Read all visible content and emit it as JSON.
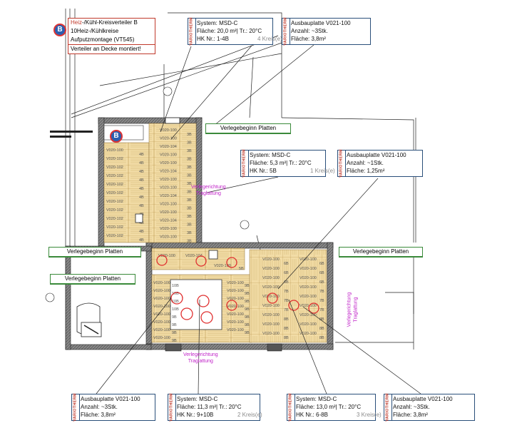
{
  "distributor": {
    "marker": "B",
    "line1_prefix": "Heiz",
    "line1_rest": "-/Kühl-Kreisverteiler  B",
    "line2": "10Heiz-/Kühlkreise",
    "line3": "Aufputzmontage (VT545)",
    "note": "Verteiler an Decke montiert!"
  },
  "brand": "VARIOTHERM",
  "info_boxes": [
    {
      "id": "sys-top",
      "l1": [
        "System: MSD-C",
        "",
        ""
      ],
      "l2": [
        "Fläche:",
        "20,0 m²|",
        "Tr.: 20°C"
      ],
      "l3": [
        "HK Nr.: 1-4B",
        "",
        "4 Kreis(e)"
      ]
    },
    {
      "id": "plate-top",
      "l1": [
        "Ausbauplatte  V021-100",
        "",
        ""
      ],
      "l2": [
        "Anzahl:",
        "~3Stk.",
        ""
      ],
      "l3": [
        "Fläche:",
        "3,8m²",
        ""
      ]
    },
    {
      "id": "sys-mid",
      "l1": [
        "System: MSD-C",
        "",
        ""
      ],
      "l2": [
        "Fläche:",
        "5,3 m²|",
        "Tr.: 20°C"
      ],
      "l3": [
        "HK Nr.: 5B",
        "",
        "1 Kreis(e)"
      ]
    },
    {
      "id": "plate-mid",
      "l1": [
        "Ausbauplatte  V021-100",
        "",
        ""
      ],
      "l2": [
        "Anzahl:",
        "~1Stk.",
        ""
      ],
      "l3": [
        "Fläche:",
        "1,25m²",
        ""
      ]
    },
    {
      "id": "plate-bl",
      "l1": [
        "Ausbauplatte  V021-100",
        "",
        ""
      ],
      "l2": [
        "Anzahl:",
        "~3Stk.",
        ""
      ],
      "l3": [
        "Fläche:",
        "3,8m²",
        ""
      ]
    },
    {
      "id": "sys-bc",
      "l1": [
        "System: MSD-C",
        "",
        ""
      ],
      "l2": [
        "Fläche:",
        "11,3 m²|",
        "Tr.: 20°C"
      ],
      "l3": [
        "HK Nr.: 9+10B",
        "",
        "2 Kreis(e)"
      ]
    },
    {
      "id": "sys-br",
      "l1": [
        "System: MSD-C",
        "",
        ""
      ],
      "l2": [
        "Fläche:",
        "13,0 m²|",
        "Tr.: 20°C"
      ],
      "l3": [
        "HK Nr.: 6-8B",
        "",
        "3 Kreis(e)"
      ]
    },
    {
      "id": "plate-br",
      "l1": [
        "Ausbauplatte  V021-100",
        "",
        ""
      ],
      "l2": [
        "Anzahl:",
        "~3Stk.",
        ""
      ],
      "l3": [
        "Fläche:",
        "3,8m²",
        ""
      ]
    }
  ],
  "labels": {
    "start": "Verlegebeginn Platten",
    "direction_1": "Verlegerichtung",
    "direction_2": "Traglattung"
  },
  "tile_labels": [
    "V020-100",
    "V020-102",
    "V020-104",
    "4B",
    "3B",
    "5B",
    "9B",
    "10B",
    "6B",
    "7B",
    "8B"
  ],
  "colors": {
    "frame": "#2a4f7a",
    "distributor": "#c0392b",
    "marker": "#2b5fb0",
    "green": "#3a8a3a",
    "magenta": "#c023c8",
    "tiles": "#f0d9a0"
  }
}
